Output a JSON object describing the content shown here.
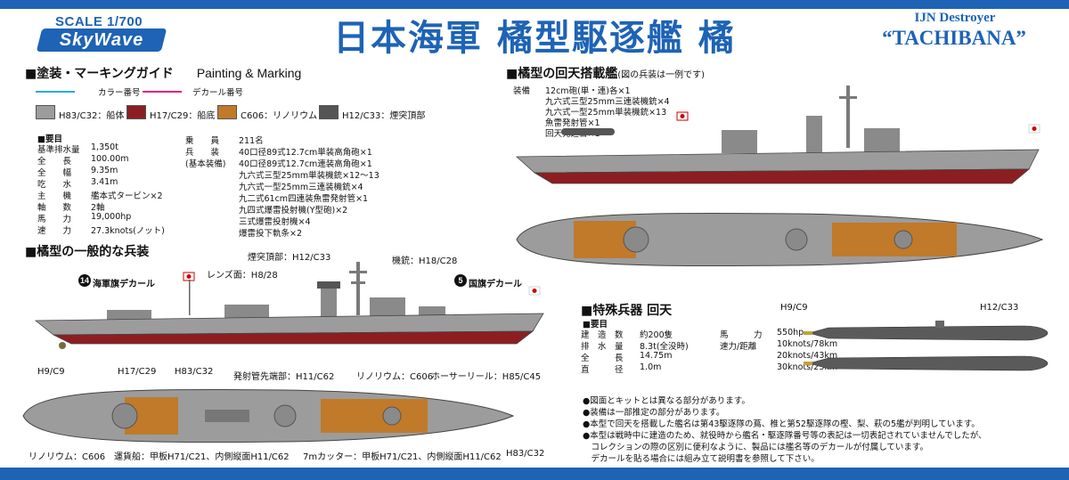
{
  "header": {
    "scale": "SCALE 1/700",
    "logo": "SkyWave",
    "title": "日本海軍 橘型駆逐艦 橘",
    "subtitle_en": "IJN Destroyer",
    "subtitle_name": "“TACHIBANA”"
  },
  "painting": {
    "title": "■塗装・マーキングガイド",
    "title_en": "Painting & Marking",
    "legend_color": "カラー番号",
    "legend_decal": "デカール番号",
    "legend_color_hex": "#2aa8e0",
    "legend_decal_hex": "#e8207a",
    "swatches": [
      {
        "label": "H83/C32：船体",
        "color": "#9c9c9c"
      },
      {
        "label": "H17/C29：船底",
        "color": "#8c1e22"
      },
      {
        "label": "C606：リノリウム",
        "color": "#c07a2a"
      },
      {
        "label": "H12/C33：煙突頂部",
        "color": "#555555"
      }
    ]
  },
  "specs": {
    "heading": "■要目",
    "left": [
      {
        "label": "基準排水量",
        "value": "1,350t"
      },
      {
        "label": "全　　長",
        "value": "100.00m"
      },
      {
        "label": "全　　幅",
        "value": "9.35m"
      },
      {
        "label": "吃　　水",
        "value": "3.41m"
      },
      {
        "label": "主　　機",
        "value": "艦本式タービン×2"
      },
      {
        "label": "軸　　数",
        "value": "2軸"
      },
      {
        "label": "馬　　力",
        "value": "19,000hp"
      },
      {
        "label": "速　　力",
        "value": "27.3knots(ノット)"
      }
    ],
    "crew_label": "乗　　員",
    "crew_value": "211名",
    "arm_label": "兵　　装",
    "arm_label2": "(基本装備)",
    "arms": [
      "40口径89式12.7cm単装高角砲×1",
      "40口径89式12.7cm連装高角砲×1",
      "九六式三型25mm単装機銃×12～13",
      "九六式一型25mm三連装機銃×4",
      "九二式61cm四連装魚雷発射管×1",
      "九四式爆雷投射機(Y型砲)×2",
      "三式爆雷投射機×4",
      "爆雷投下軌条×2"
    ]
  },
  "general": {
    "title": "■橘型の一般的な兵装",
    "callouts": {
      "funnel": "煙突頂部：H12/C33",
      "lens": "レンズ面：H8/28",
      "machine": "機銃：H18/C28",
      "ensign_num": "14",
      "ensign": "海軍旗デカール",
      "flag_num": "5",
      "flag": "国旗デカール",
      "h9": "H9/C9",
      "h17": "H17/C29",
      "h83": "H83/C32",
      "launcher": "発射管先端部：H11/C62",
      "lino": "リノリウム：C606",
      "hose": "ホーサーリール：H85/C45",
      "lino2": "リノリウム：C606",
      "boat": "運貨船：甲板H71/C21、内側縦面H11/C62",
      "cutter": "7mカッター：甲板H71/C21、内側縦面H11/C62",
      "h83b": "H83/C32"
    }
  },
  "kaiten_carrier": {
    "title": "■橘型の回天搭載艦",
    "title_note": "(図の兵装は一例です)",
    "equip_label": "装備",
    "equip": [
      "12cm砲(単・連)各×1",
      "九六式三型25mm三連装機銃×4",
      "九六式一型25mm単装機銃×13",
      "魚雷発射管×1",
      "回天発進台×1"
    ]
  },
  "kaiten": {
    "title": "■特殊兵器 回天",
    "heading": "■要目",
    "rows": [
      [
        "建　造　数",
        "約200隻",
        "馬　　　力",
        "550hp"
      ],
      [
        "排　水　量",
        "8.3t(全没時)",
        "速力/距離",
        "10knots/78km"
      ],
      [
        "全　　　長",
        "14.75m",
        "",
        "20knots/43km"
      ],
      [
        "直　　　径",
        "1.0m",
        "",
        "30knots/23km"
      ]
    ],
    "c_h9": "H9/C9",
    "c_h12": "H12/C33"
  },
  "notes": [
    "●図面とキットとは異なる部分があります。",
    "●装備は一部推定の部分があります。",
    "●本型で回天を搭載した艦名は第43駆逐隊の蔦、椎と第52駆逐隊の樫、梨、萩の5艦が判明しています。",
    "●本型は戦時中に建造のため、就役時から艦名・駆逐隊番号等の表記は一切表記されていませんでしたが、",
    "　コレクションの際の区別に便利なように、製品には艦名等のデカールが付属しています。",
    "　デカールを貼る場合には組み立て説明書を参照して下さい。"
  ]
}
